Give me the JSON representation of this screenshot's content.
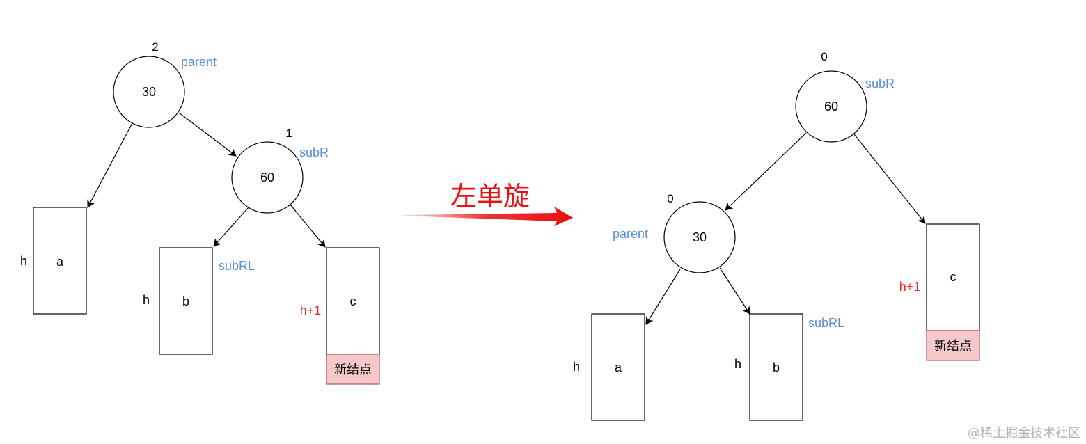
{
  "colors": {
    "line": "#000000",
    "label_blue": "#5b8fd6",
    "label_red": "#e03030",
    "new_node_fill": "#f5c9c9",
    "new_node_stroke": "#b85450",
    "arrow_red": "#e81010",
    "watermark": "#b3b3b3"
  },
  "arrow_label": "左单旋",
  "watermark": "@稀土掘金技术社区",
  "before": {
    "parent_node": {
      "value": "30",
      "balance": "2",
      "tag": "parent"
    },
    "subr_node": {
      "value": "60",
      "balance": "1",
      "tag": "subR"
    },
    "box_a": {
      "label": "a",
      "height": "h"
    },
    "box_b": {
      "label": "b",
      "height": "h",
      "tag": "subRL"
    },
    "box_c": {
      "label": "c",
      "height": "h+1"
    },
    "new_node": "新结点"
  },
  "after": {
    "subr_node": {
      "value": "60",
      "balance": "0",
      "tag": "subR"
    },
    "parent_node": {
      "value": "30",
      "balance": "0",
      "tag": "parent"
    },
    "box_a": {
      "label": "a",
      "height": "h"
    },
    "box_b": {
      "label": "b",
      "height": "h",
      "tag": "subRL"
    },
    "box_c": {
      "label": "c",
      "height": "h+1"
    },
    "new_node": "新结点"
  }
}
